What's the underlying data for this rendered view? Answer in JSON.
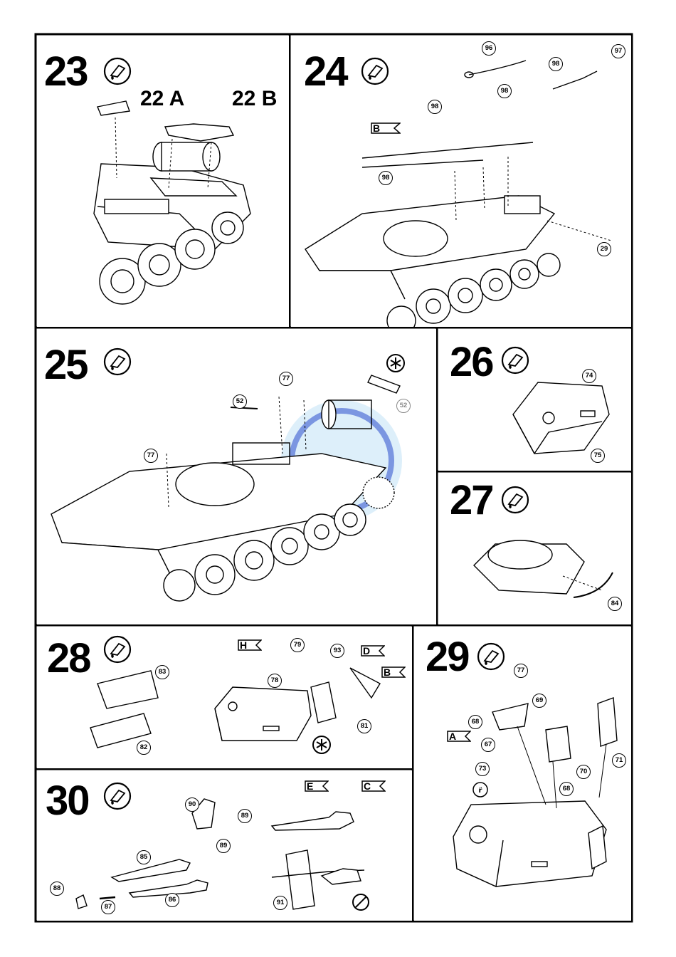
{
  "steps": {
    "s23": {
      "num": "23",
      "labels": [
        "22 A",
        "22 B"
      ]
    },
    "s24": {
      "num": "24",
      "callouts": [
        "96",
        "98",
        "98",
        "97",
        "98",
        "98",
        "29"
      ],
      "flags": [
        "B"
      ]
    },
    "s25": {
      "num": "25",
      "callouts": [
        "77",
        "52",
        "77",
        "52"
      ]
    },
    "s26": {
      "num": "26",
      "callouts": [
        "74",
        "75"
      ]
    },
    "s27": {
      "num": "27",
      "callouts": [
        "84"
      ]
    },
    "s28": {
      "num": "28",
      "callouts": [
        "83",
        "82",
        "79",
        "78",
        "93",
        "81"
      ],
      "flags": [
        "H",
        "D",
        "B"
      ]
    },
    "s29": {
      "num": "29",
      "callouts": [
        "77",
        "69",
        "68",
        "67",
        "73",
        "70",
        "68",
        "71"
      ],
      "flags": [
        "A"
      ]
    },
    "s30": {
      "num": "30",
      "callouts": [
        "90",
        "89",
        "89",
        "85",
        "88",
        "87",
        "86",
        "91"
      ],
      "flags": [
        "E",
        "C"
      ]
    }
  },
  "icons": [
    "glue-icon",
    "asterisk-icon",
    "crossed-out-icon"
  ],
  "colors": {
    "ink": "#000000",
    "watermark": "#3a5ad0"
  }
}
